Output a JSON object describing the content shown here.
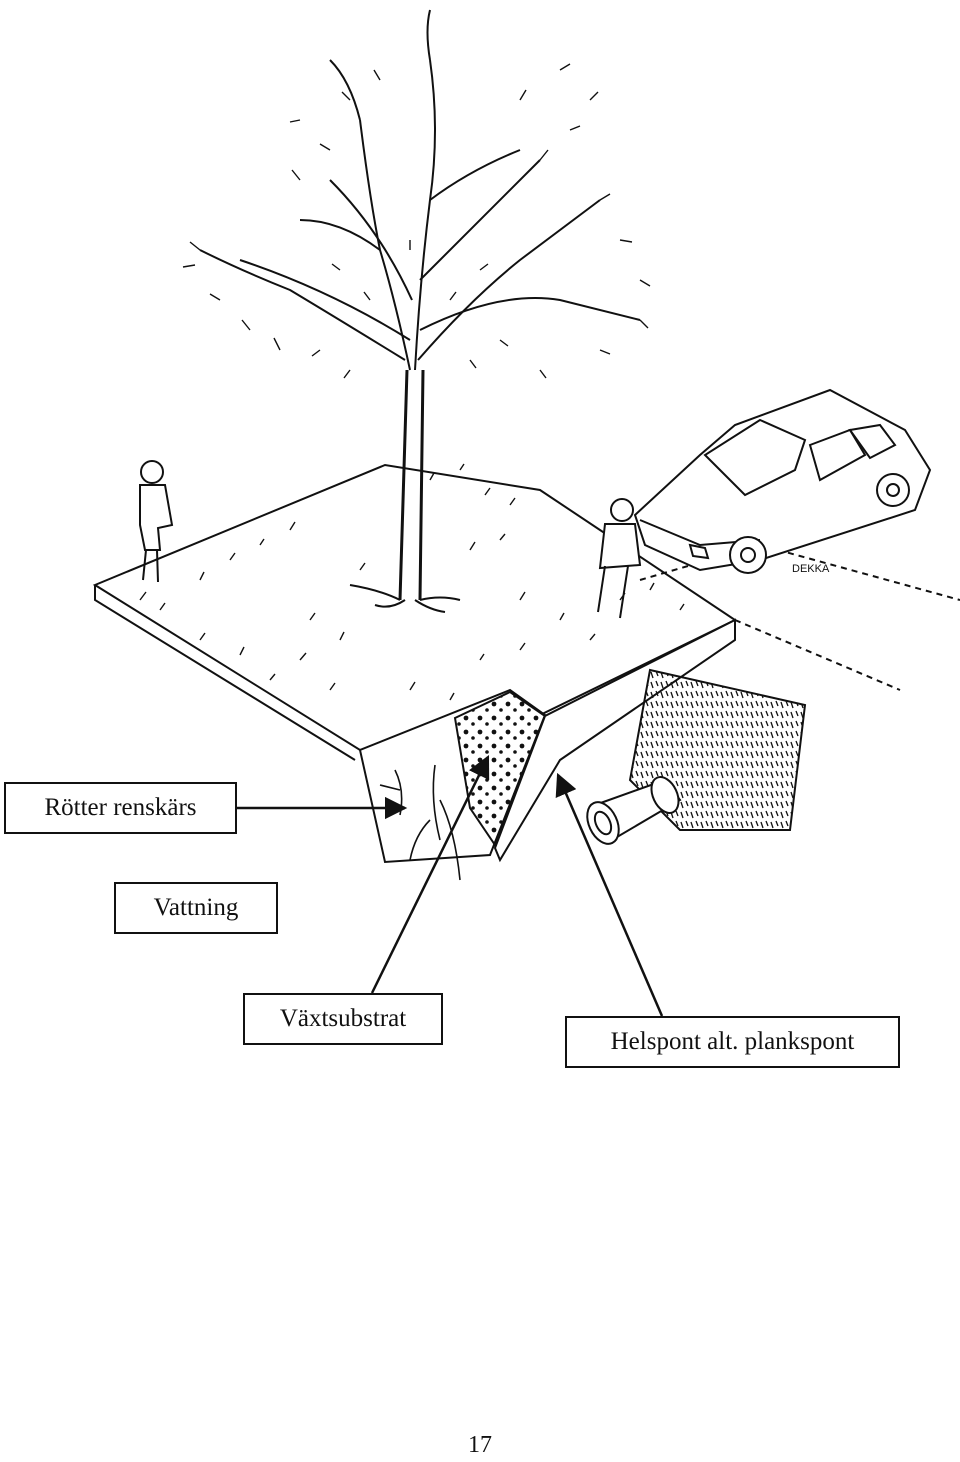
{
  "labels": {
    "roots": "Rötter renskärs",
    "watering": "Vattning",
    "substrate": "Växtsubstrat",
    "sheet_piling": "Helspont alt. plankspont"
  },
  "car_plate": "DEKKA",
  "page_number": "17",
  "colors": {
    "ink": "#111111",
    "paper": "#ffffff"
  }
}
